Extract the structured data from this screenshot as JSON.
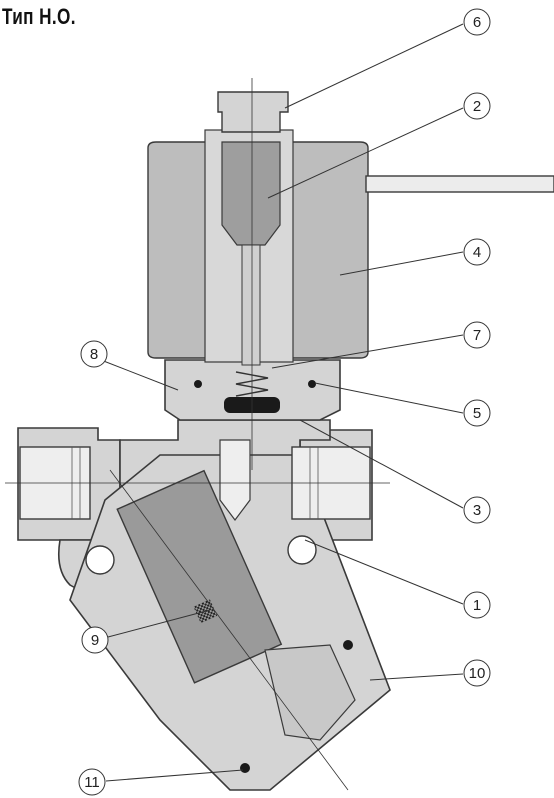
{
  "title": "Тип Н.О.",
  "callouts": [
    {
      "key": "c6",
      "label": "6"
    },
    {
      "key": "c2",
      "label": "2"
    },
    {
      "key": "c4",
      "label": "4"
    },
    {
      "key": "c7",
      "label": "7"
    },
    {
      "key": "c8",
      "label": "8"
    },
    {
      "key": "c5",
      "label": "5"
    },
    {
      "key": "c3",
      "label": "3"
    },
    {
      "key": "c1",
      "label": "1"
    },
    {
      "key": "c9",
      "label": "9"
    },
    {
      "key": "c10",
      "label": "10"
    },
    {
      "key": "c11",
      "label": "11"
    }
  ],
  "colors": {
    "body": "#d4d4d4",
    "body_outline": "#3a3a3a",
    "coil": "#bdbdbd",
    "core": "#9e9e9e",
    "filter": "#9a9a9a",
    "seal": "#1a1a1a",
    "leader": "#333333"
  }
}
